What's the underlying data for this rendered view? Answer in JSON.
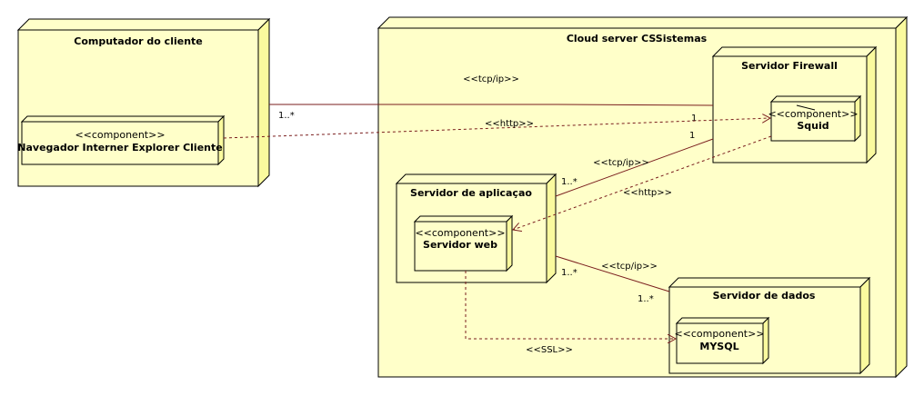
{
  "colors": {
    "node_fill": "#ffffc9",
    "node_side": "#fafa9e",
    "node_border": "#000000",
    "line": "#7a1e1e"
  },
  "nodes": {
    "client": {
      "title": "Computador do cliente"
    },
    "cloud": {
      "title": "Cloud server CSSistemas"
    },
    "firewall": {
      "title": "Servidor Firewall"
    },
    "app": {
      "title": "Servidor de aplicaçao"
    },
    "db": {
      "title": "Servidor de dados"
    }
  },
  "components": {
    "browser": {
      "stereotype": "<<component>>",
      "name": "Navegador Interner Explorer Cliente"
    },
    "squid": {
      "stereotype": "<<component>>",
      "name": "Squid"
    },
    "webserver": {
      "stereotype": "<<component>>",
      "name": "Servidor web"
    },
    "mysql": {
      "stereotype": "<<component>>",
      "name": "MYSQL"
    }
  },
  "connectors": {
    "client_firewall": {
      "label": "<<tcp/ip>>",
      "mult_start": "1..*",
      "mult_end": "1"
    },
    "browser_squid": {
      "label": "<<http>>"
    },
    "app_firewall": {
      "label": "<<tcp/ip>>",
      "mult_start": "1..*",
      "mult_end": "1"
    },
    "squid_web": {
      "label": "<<http>>"
    },
    "app_db": {
      "label": "<<tcp/ip>>",
      "mult_start": "1..*",
      "mult_end": "1..*"
    },
    "web_mysql": {
      "label": "<<SSL>>"
    }
  }
}
